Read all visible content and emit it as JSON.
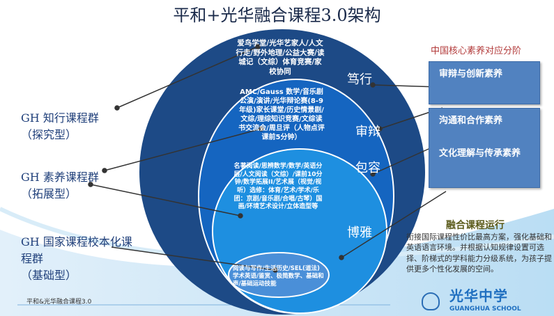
{
  "title": "平和+光华融合课程3.0架构",
  "rings": {
    "outer": {
      "label": "笃行",
      "text": "爱鸟学堂/光华艺家人/人文行走/野外地理/公益大赛/读城记（文综）体育竞赛/家校协同"
    },
    "second": {
      "label": "审辩",
      "text": "AMC/Gauss 数学/音乐剧公演/演讲/光华辩论赛(8-9年级)家长课堂/历史情景剧/文综/理综知识竞赛/文综读书交流会/周旦评（人物点评课前5分钟）"
    },
    "third": {
      "label": "包容",
      "text": "名著阅读/思辨数学/数学/英语分层/人文阅读（文综）/课前10分钟/数学拓展II/艺术展（视觉/视听）选修：体育/艺术/学术/乐团：京剧/音乐剧/合唱/古琴）国画/环境艺术设计/立体造型等"
    },
    "fourth": {
      "label": "博雅"
    },
    "inner": {
      "text": "阅读与写作/生活历史/SEL(道法)学术英语/鉴赏、极简数学、基础和声/基础运动技能"
    }
  },
  "groups": [
    {
      "name": "GH 知行课程群",
      "type": "（探究型）"
    },
    {
      "name": "GH 素养课程群",
      "type": "（拓展型）"
    },
    {
      "name": "GH 国家课程校本化课程群",
      "type": "（基础型）"
    }
  ],
  "right_panel": {
    "heading": "中国核心素养对应分阶",
    "box1": "审辩与创新素养",
    "box2_a": "沟通和合作素养",
    "box2_b": "文化理解与传承素养"
  },
  "operation": {
    "heading": "融合课程运行",
    "text": "衔接国际课程性价比最高方案，强化基础和英语语言环境。并根据认知规律设置可选择、阶梯式的学科能力分级系统，为孩子提供更多个性化发展的空间。"
  },
  "footer": "平和&光华融合课程3.0",
  "logo": {
    "cn": "光华中学",
    "en": "GUANGHUA SCHOOL"
  },
  "colors": {
    "outer": "#1d4a86",
    "second": "#1565c0",
    "third": "#1e8fe0",
    "inner": "#4a8fd8",
    "box": "#5182c0"
  }
}
